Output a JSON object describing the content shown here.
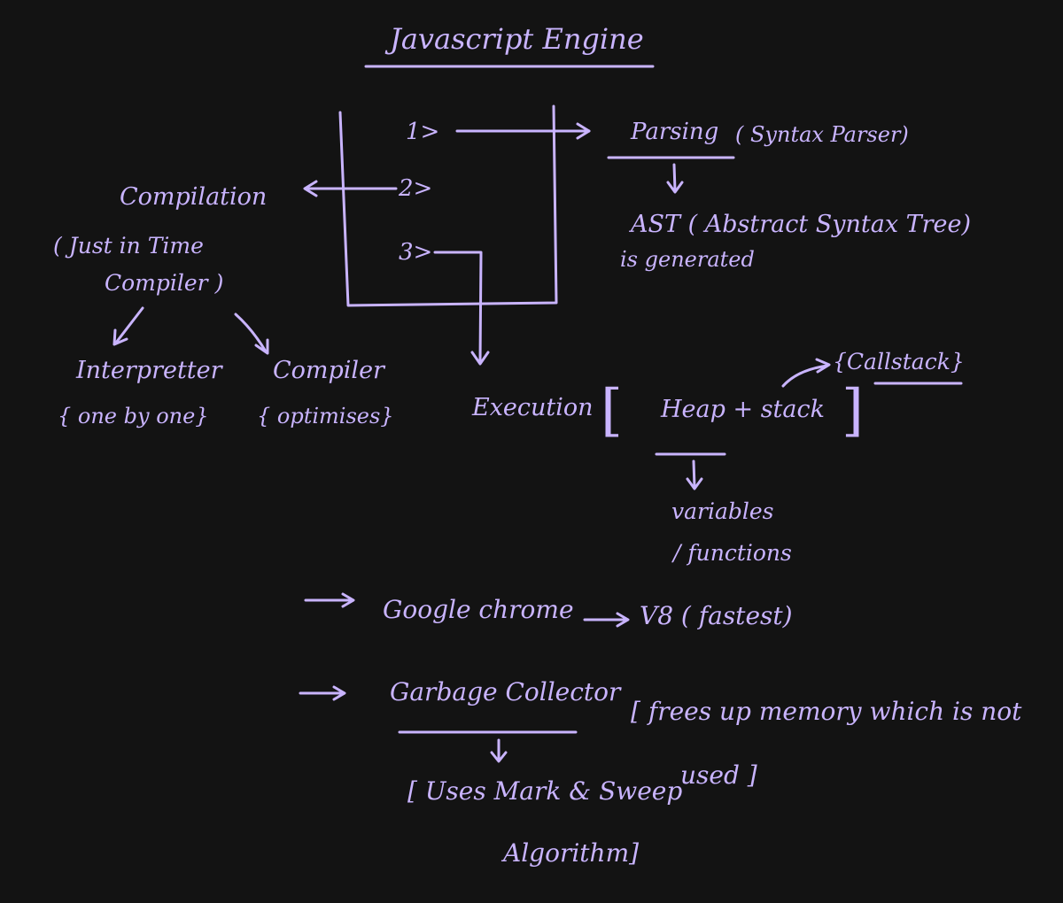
{
  "title": "Javascript Engine",
  "steps": {
    "s1": "1>",
    "s2": "2>",
    "s3": "3>"
  },
  "parsing": {
    "label": "Parsing",
    "paren": "( Syntax Parser)",
    "ast_line": "AST ( Abstract Syntax Tree)",
    "generated": "is generated"
  },
  "compilation": {
    "label": "Compilation",
    "jit_line1": "( Just in Time",
    "jit_line2": "Compiler )",
    "interpreter": "Interpretter",
    "interpreter_note": "{ one by one}",
    "compiler": "Compiler",
    "compiler_note": "{ optimises}"
  },
  "execution": {
    "label": "Execution",
    "bracket_open": "[",
    "heap_stack": "Heap + stack",
    "bracket_close": "]",
    "callstack": "{Callstack}",
    "variables": "variables",
    "functions": "/ functions"
  },
  "notes": {
    "arrow": "→",
    "chrome": "Google chrome",
    "v8": "V8 ( fastest)",
    "garbage": "Garbage Collector",
    "frees": "[ frees up memory which is not",
    "used": "used ]",
    "uses_line1": "[ Uses Mark & Sweep",
    "uses_line2": "Algorithm]"
  },
  "colors": {
    "background": "#131313",
    "ink": "#c9b4ff"
  }
}
